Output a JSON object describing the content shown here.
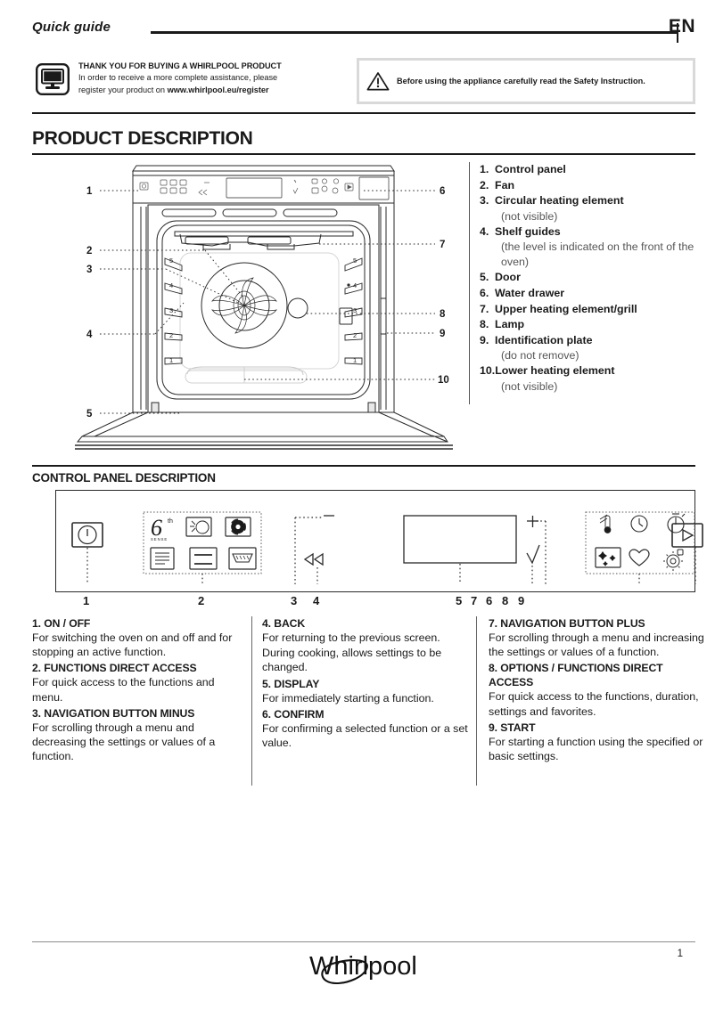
{
  "header": {
    "title": "Quick guide",
    "language": "EN"
  },
  "intro": {
    "monitor_icon": "monitor-icon",
    "thanks_heading": "THANK YOU FOR BUYING A WHIRLPOOL PRODUCT",
    "thanks_line1": "In order to receive a more complete assistance, please",
    "thanks_line2_prefix": "register your product on ",
    "thanks_url": "www.whirlpool.eu/register",
    "warning_icon": "warning-triangle-icon",
    "warning_text": "Before using the appliance carefully read the Safety Instruction."
  },
  "product_description": {
    "heading": "PRODUCT DESCRIPTION",
    "legend": [
      {
        "num": "1.",
        "label": "Control panel",
        "sub": ""
      },
      {
        "num": "2.",
        "label": "Fan",
        "sub": ""
      },
      {
        "num": "3.",
        "label": "Circular heating element",
        "sub": "(not visible)"
      },
      {
        "num": "4.",
        "label": "Shelf guides",
        "sub": "(the level is indicated on the front of the oven)"
      },
      {
        "num": "5.",
        "label": "Door",
        "sub": ""
      },
      {
        "num": "6.",
        "label": "Water drawer",
        "sub": ""
      },
      {
        "num": "7.",
        "label": "Upper heating element/grill",
        "sub": ""
      },
      {
        "num": "8.",
        "label": "Lamp",
        "sub": ""
      },
      {
        "num": "9.",
        "label": "Identification plate",
        "sub": "(do not remove)"
      },
      {
        "num": "10.",
        "label": "Lower heating element",
        "sub": "(not visible)"
      }
    ],
    "callouts_left": [
      "1",
      "2",
      "3",
      "4",
      "5"
    ],
    "callouts_right": [
      "6",
      "7",
      "8",
      "9",
      "10"
    ],
    "shelf_levels": [
      "5",
      "4",
      "3",
      "2",
      "1"
    ]
  },
  "control_panel": {
    "heading": "CONTROL PANEL DESCRIPTION",
    "callout_numbers": [
      "1",
      "2",
      "3",
      "4",
      "5",
      "7",
      "6",
      "8",
      "9"
    ],
    "icons": {
      "power": "power-on-off-icon",
      "sixth_sense": "sixth-sense-logo",
      "defrost": "defrost-fan-icon",
      "forced_air": "forced-air-fan-icon",
      "menu": "menu-list-icon",
      "conventional": "conventional-heat-icon",
      "bottom_heat": "bottom-heat-icon",
      "back": "back-rewind-icon",
      "minus": "minus-icon",
      "confirm": "confirm-check-icon",
      "plus": "plus-icon",
      "display": "display-screen",
      "temperature": "temperature-probe-icon",
      "clock": "clock-icon",
      "timer": "timer-icon",
      "cleaning": "cleaning-sparkle-icon",
      "favorites": "heart-favorites-icon",
      "settings": "settings-gear-icon",
      "start": "start-play-icon"
    }
  },
  "descriptions": {
    "column1": [
      {
        "heading": "1. ON / OFF",
        "body": "For switching the oven on and off and for stopping an active function."
      },
      {
        "heading": "2. FUNCTIONS DIRECT ACCESS",
        "body": "For quick access to the functions and menu."
      },
      {
        "heading": "3. NAVIGATION BUTTON MINUS",
        "body": "For scrolling through a menu and decreasing the settings or values of a function."
      }
    ],
    "column2": [
      {
        "heading": "4. BACK",
        "body": "For returning to the previous screen.\nDuring cooking, allows settings to be changed."
      },
      {
        "heading": "5. DISPLAY",
        "body": "For immediately starting a function."
      },
      {
        "heading": "6. CONFIRM",
        "body": "For confirming a selected function or a set value."
      }
    ],
    "column3": [
      {
        "heading": "7. NAVIGATION BUTTON PLUS",
        "body": "For scrolling through a menu and increasing the settings or values of a function."
      },
      {
        "heading": "8. OPTIONS / FUNCTIONS DIRECT ACCESS",
        "body": "For quick access to the functions, duration, settings and favorites."
      },
      {
        "heading": "9. START",
        "body": "For starting a function using the specified or basic settings."
      }
    ]
  },
  "footer": {
    "brand": "Whirlpool",
    "page_number": "1"
  }
}
